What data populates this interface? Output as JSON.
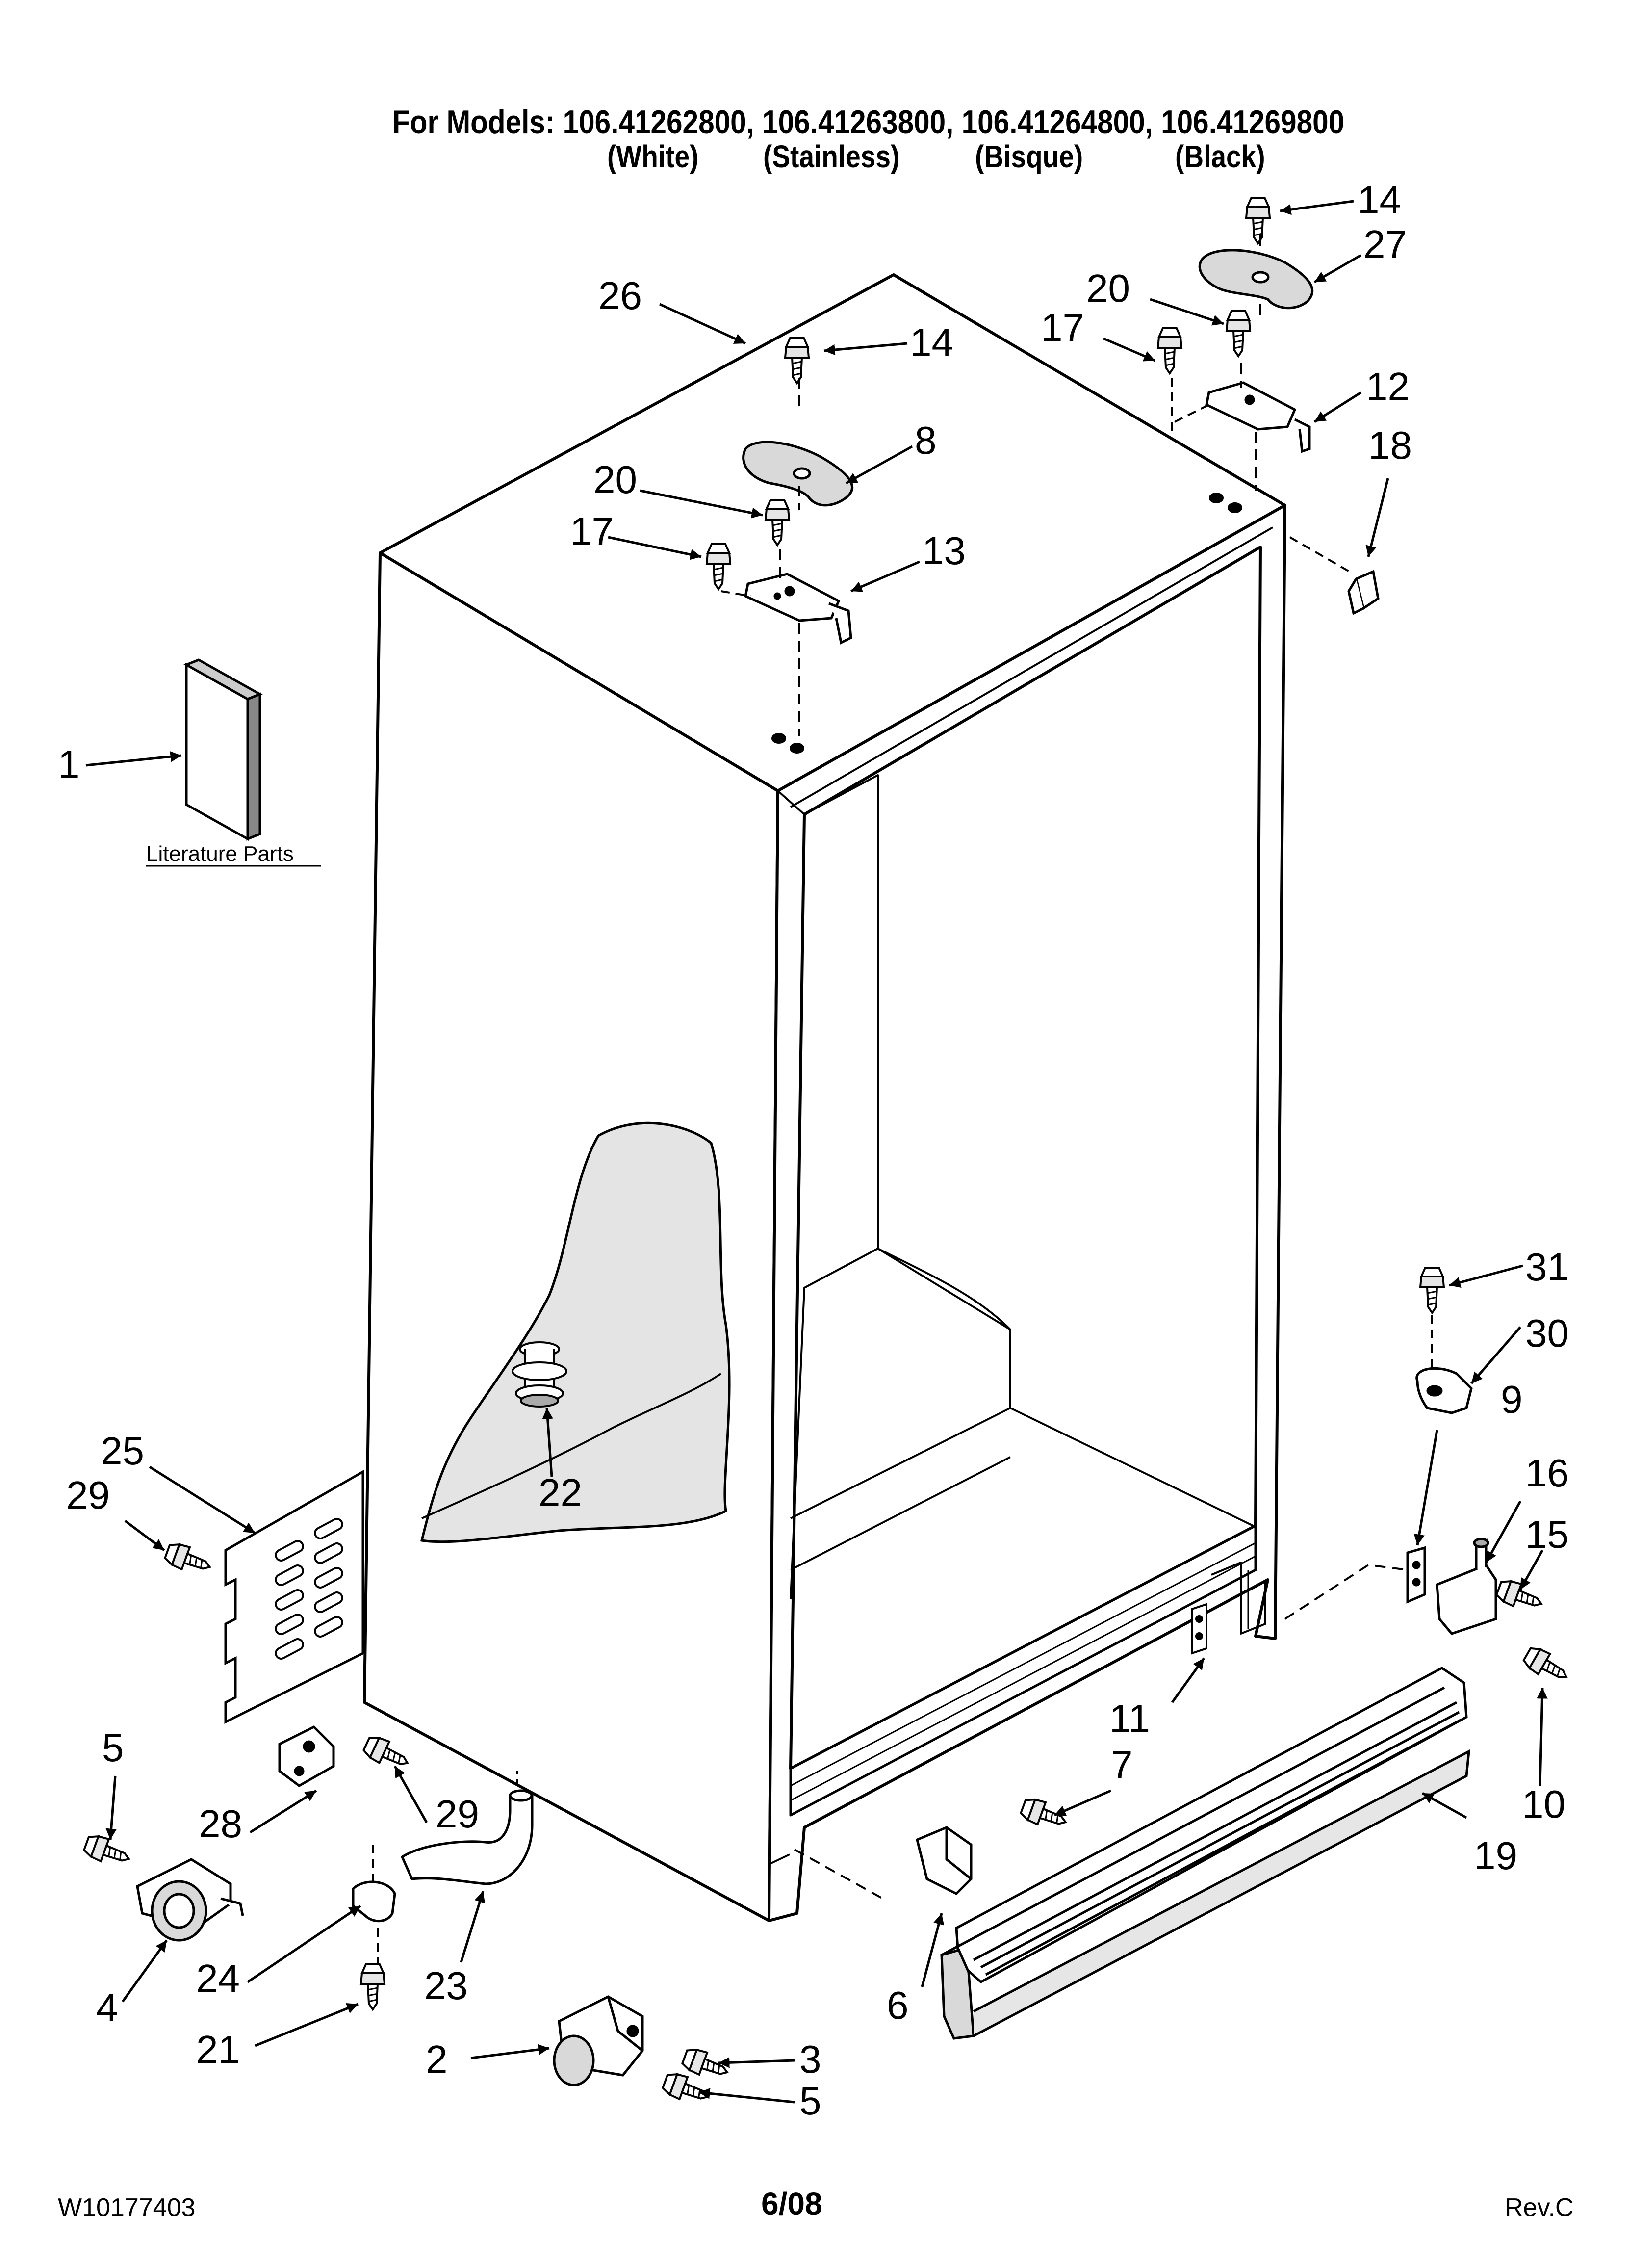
{
  "header": {
    "models_line": "For Models: 106.41262800, 106.41263800, 106.41264800, 106.41269800",
    "colors": [
      "(White)",
      "(Stainless)",
      "(Bisque)",
      "(Black)"
    ]
  },
  "diagram": {
    "literature_label": "Literature Parts",
    "callouts": [
      "1",
      "2",
      "3",
      "4",
      "5",
      "5",
      "6",
      "7",
      "8",
      "9",
      "10",
      "11",
      "12",
      "13",
      "14",
      "14",
      "15",
      "16",
      "17",
      "17",
      "18",
      "19",
      "20",
      "20",
      "21",
      "22",
      "23",
      "24",
      "25",
      "26",
      "27",
      "28",
      "29",
      "29",
      "30",
      "31"
    ]
  },
  "footer": {
    "doc_number": "W10177403",
    "date": "6/08",
    "revision": "Rev.C"
  },
  "colors": {
    "line": "#000000",
    "background": "#ffffff",
    "part_fill": "#d9d9d9"
  }
}
